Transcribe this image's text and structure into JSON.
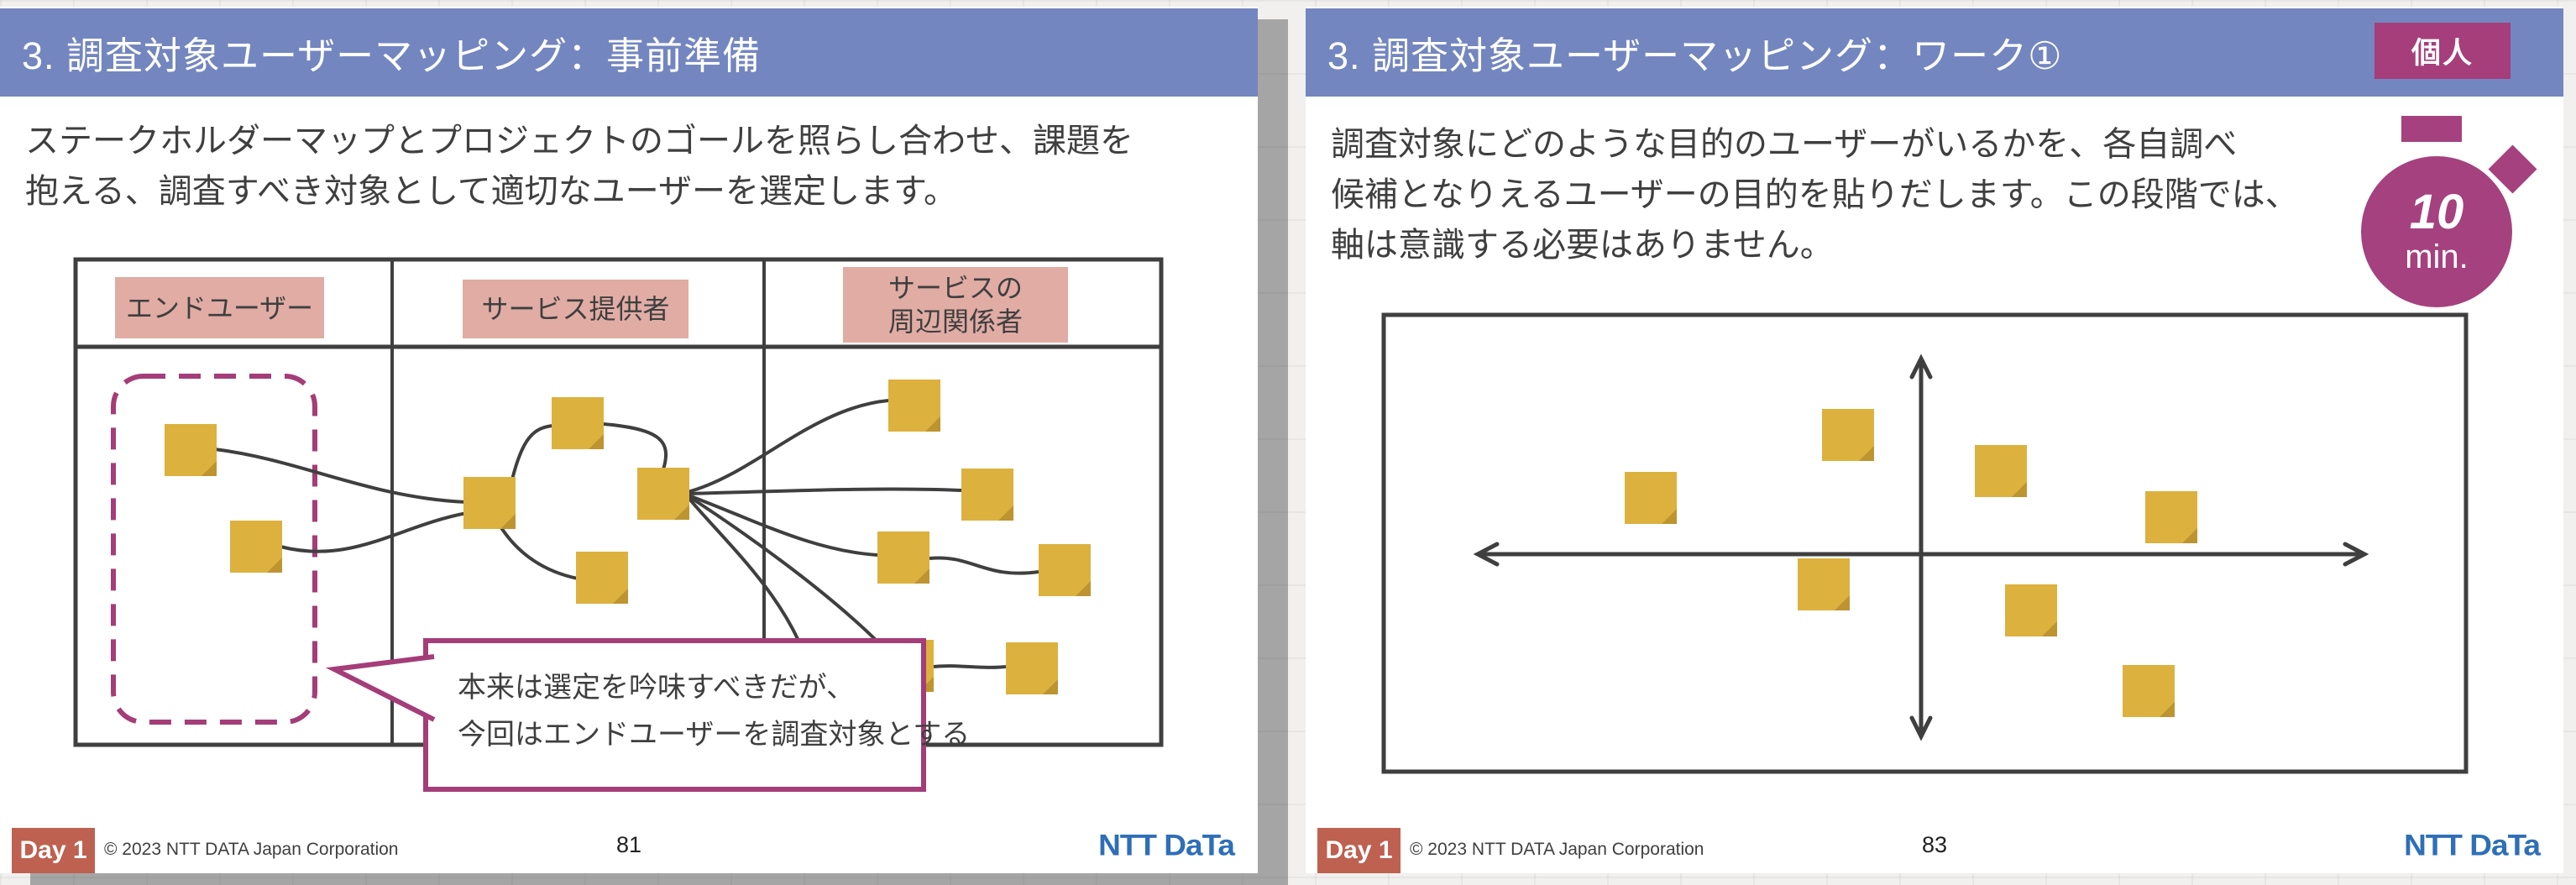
{
  "slides": {
    "left": {
      "title": "3. 調査対象ユーザーマッピング：事前準備",
      "body_lines": [
        "ステークホルダーマップとプロジェクトのゴールを照らし合わせ、課題を",
        "抱える、調査すべき対象として適切なユーザーを選定します。"
      ],
      "map_headers": [
        "エンドユーザー",
        "サービス提供者",
        "サービスの\n周辺関係者"
      ],
      "callout_lines": [
        "本来は選定を吟味すべきだが、",
        "今回はエンドユーザーを調査対象とする"
      ],
      "footer": {
        "day_badge": "Day 1",
        "copyright": "© 2023 NTT DATA Japan Corporation",
        "page": "81",
        "logo": "NTT DaTa"
      }
    },
    "right": {
      "title": "3. 調査対象ユーザーマッピング：ワーク①",
      "work_type_badge": "個人",
      "timer": {
        "value": "10",
        "unit": "min."
      },
      "body_lines": [
        "調査対象にどのような目的のユーザーがいるかを、各自調べ",
        "候補となりえるユーザーの目的を貼りだします。この段階では、",
        "軸は意識する必要はありません。"
      ],
      "footer": {
        "day_badge": "Day 1",
        "copyright": "© 2023 NTT DATA Japan Corporation",
        "page": "83",
        "logo": "NTT DaTa"
      }
    }
  },
  "colors": {
    "title_bar": "#7386BF",
    "badge_magenta": "#A53E7B",
    "callout_magenta": "#A43D78",
    "sticky_note": "#DCB13E",
    "sticky_fold": "#BD9430",
    "header_pink": "#E0ACA4",
    "day_badge": "#BE6150",
    "logo_blue": "#2E6FB7",
    "line_dark": "#3F3F3F",
    "canvas": "#F1F0EF"
  }
}
